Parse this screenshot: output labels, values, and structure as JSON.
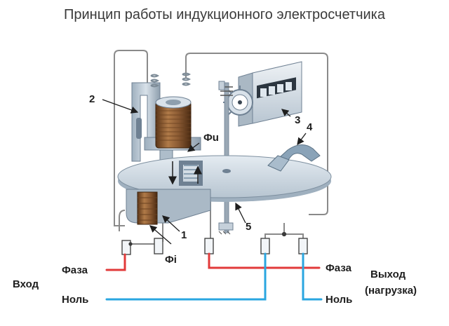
{
  "title": "Принцип работы индукционного электросчетчика",
  "labels": {
    "n1": "1",
    "n2": "2",
    "n3": "3",
    "n4": "4",
    "n5": "5",
    "phi_u": "Фu",
    "phi_i": "Фi"
  },
  "input": {
    "title": "Вход",
    "phase": "Фаза",
    "neutral": "Ноль"
  },
  "output": {
    "title": "Выход",
    "subtitle": "(нагрузка)",
    "phase": "Фаза",
    "neutral": "Ноль"
  },
  "colors": {
    "phase_wire": "#e23a3a",
    "neutral_wire": "#2aa6e0",
    "casing": "#c8d3dd",
    "coil": "#8a5a33",
    "disk": "#cfd9e2",
    "gray_wire": "#8a8a8a"
  }
}
